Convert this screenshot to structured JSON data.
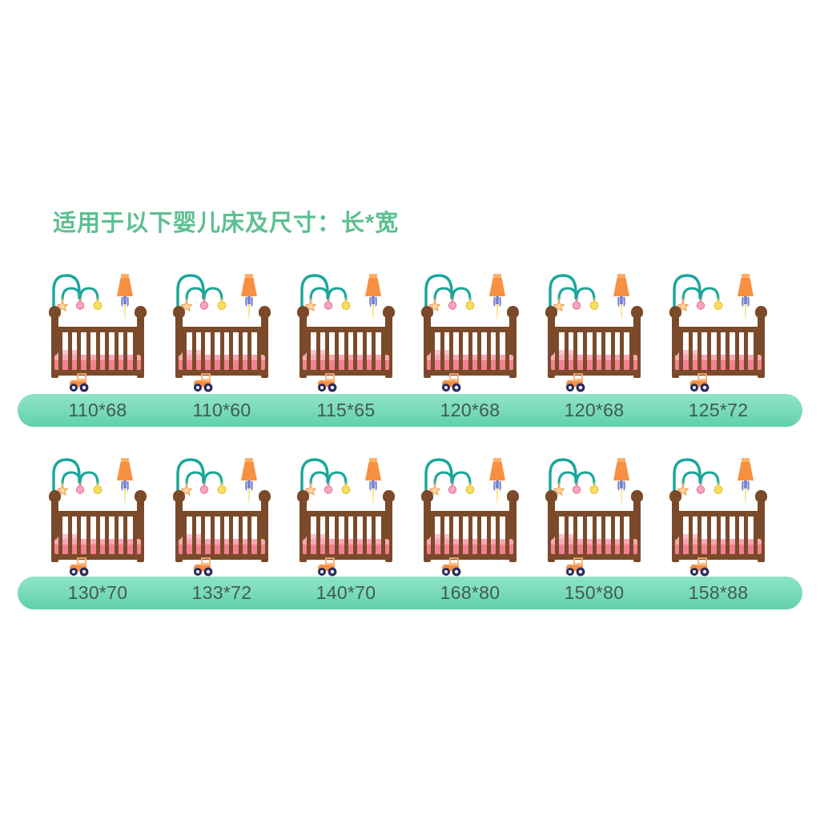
{
  "page": {
    "background_color": "#ffffff",
    "title": "适用于以下婴儿床及尺寸：长*宽",
    "title_color": "#5cbf91"
  },
  "theme": {
    "pill_gradient_top": "#8fe3c4",
    "pill_gradient_bottom": "#5fd0a8",
    "pill_text_color": "#3f5a57",
    "wood_color": "#7a4a2b",
    "mattress_color": "#f3808f",
    "pillow_color": "#fbc2cc",
    "mobile_color": "#18a79a",
    "lamp_color": "#f79041",
    "tractor_body_color": "#f79041",
    "tractor_wheel_color": "#2b2b5e"
  },
  "rows": [
    {
      "row_name": "crib-row-1",
      "cribs": [
        {
          "label": "110*68"
        },
        {
          "label": "110*60"
        },
        {
          "label": "115*65"
        },
        {
          "label": "120*68"
        },
        {
          "label": "120*68"
        },
        {
          "label": "125*72"
        }
      ]
    },
    {
      "row_name": "crib-row-2",
      "cribs": [
        {
          "label": "130*70"
        },
        {
          "label": "133*72"
        },
        {
          "label": "140*70"
        },
        {
          "label": "168*80"
        },
        {
          "label": "150*80"
        },
        {
          "label": "158*88"
        }
      ]
    }
  ],
  "crib_illustration": {
    "slat_count": 9,
    "parts": [
      "mobile-arm",
      "hanging-star",
      "hanging-pink-ball",
      "hanging-yellow-ball",
      "lamp",
      "crib-frame",
      "mattress",
      "pillow",
      "toy-tractor"
    ]
  }
}
